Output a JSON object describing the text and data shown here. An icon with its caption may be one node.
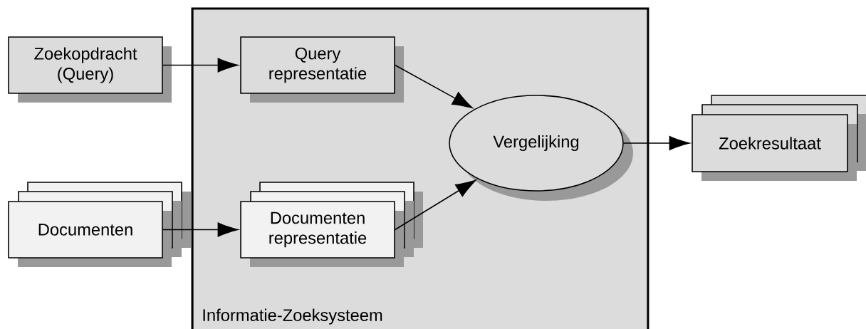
{
  "diagram": {
    "nodes": [
      {
        "text": [
          "Zoekopdracht (Query)"
        ]
      },
      {
        "text": [
          "Documenten"
        ]
      },
      {
        "text": [
          "Informatie-Zoeksysteem"
        ]
      },
      {
        "text": [
          "Query representatie"
        ],
        "in": 2
      },
      {
        "text": [
          "Documenten representatie"
        ],
        "in": 2
      },
      {
        "text": [
          "Vergelijking"
        ],
        "in": 2
      },
      {
        "text": [
          "Zoekresultaat"
        ]
      }
    ],
    "edges": [
      {
        "from": 0,
        "to": 3,
        "arrow": "to"
      },
      {
        "from": 1,
        "to": 4,
        "arrow": "to"
      },
      {
        "from": 3,
        "to": 5,
        "arrow": "to"
      },
      {
        "from": 4,
        "to": 5,
        "arrow": "to"
      },
      {
        "from": 5,
        "to": 6,
        "arrow": "to"
      }
    ]
  }
}
